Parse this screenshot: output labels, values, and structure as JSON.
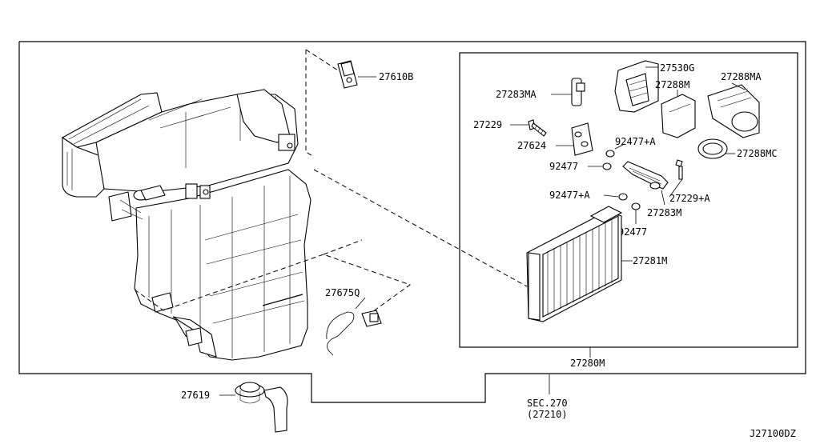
{
  "diagram": {
    "labels": {
      "p27610B": "27610B",
      "p27530G": "27530G",
      "p27283MA": "27283MA",
      "p27288M": "27288M",
      "p27288MA": "27288MA",
      "p27229": "27229",
      "p92477A_top": "92477+A",
      "p27624": "27624",
      "p27288MC": "27288MC",
      "p92477_top": "92477",
      "p92477A_mid": "92477+A",
      "p27229A": "27229+A",
      "p27283M": "27283M",
      "p92477_bot": "92477",
      "p27281M": "27281M",
      "p27675Q": "27675Q",
      "p27280M": "27280M",
      "p27619": "27619",
      "sec270": "SEC.270",
      "sec27210": "(27210)",
      "diagram_id": "J27100DZ"
    }
  }
}
